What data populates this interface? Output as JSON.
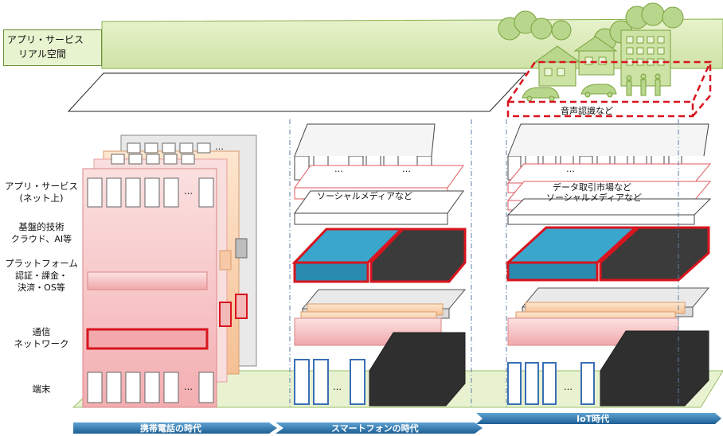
{
  "app_space": {
    "line1": "アプリ・サービス",
    "line2": "リアル空間"
  },
  "layers": {
    "app_service_line1": "アプリ・サービス",
    "app_service_line2": "(ネット上)",
    "base_tech_line1": "基盤的技術",
    "base_tech_line2": "クラウド、AI等",
    "platform_line1": "プラットフォーム",
    "platform_line2": "認証・課金・",
    "platform_line3": "決済・OS等",
    "network_line1": "通信",
    "network_line2": "ネットワーク",
    "terminal": "端末"
  },
  "labels": {
    "voice_recognition": "音声認識など",
    "social_media_smartphone": "ソーシャルメディアなど",
    "data_market": "データ取引市場など",
    "social_media_iot": "ソーシャルメディアなど",
    "ellipsis": "…"
  },
  "eras": {
    "mobile": "携帯電話の時代",
    "smartphone": "スマートフォンの時代",
    "iot": "IoT時代"
  },
  "colors": {
    "green_fill": "#dcebb9",
    "green_stroke": "#7aa23c",
    "pink_fill": "#f6c7c7",
    "peach_fill": "#f8d2b0",
    "blue_box": "#2f8fb3",
    "dark_box": "#3a3a3a",
    "red_outline": "#d8141e",
    "blue_outline": "#3a6fb5",
    "era_arrow": "#2a6fa6"
  }
}
